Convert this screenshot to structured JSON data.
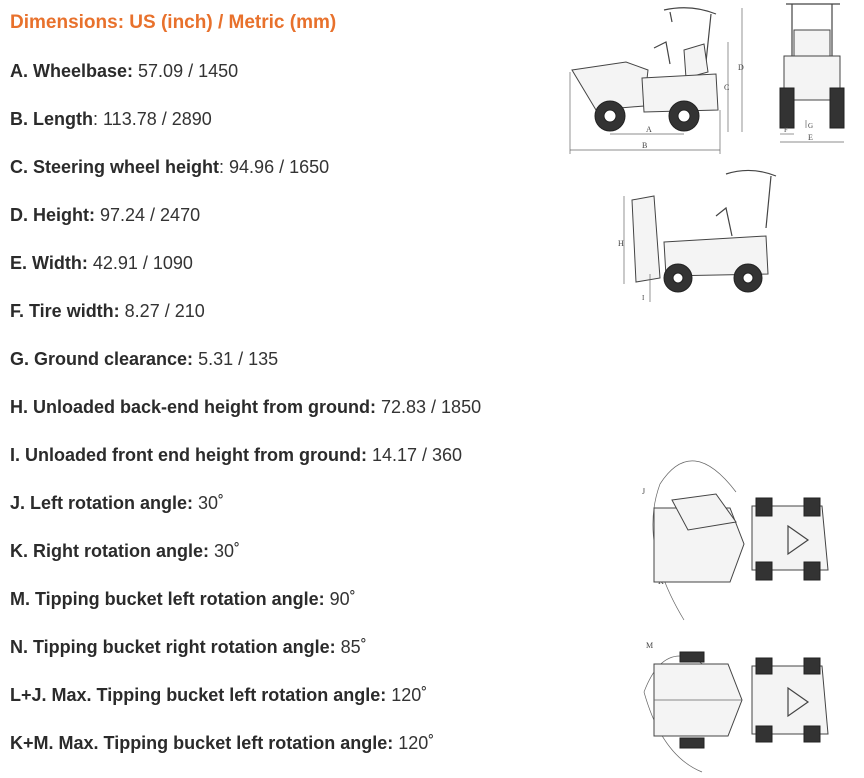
{
  "title": "Dimensions: US (inch) / Metric (mm)",
  "specs": [
    {
      "label": "A. Wheelbase:",
      "value": " 57.09 / 1450"
    },
    {
      "label": "B. Length",
      "value": ": 113.78 / 2890"
    },
    {
      "label": "C. Steering wheel height",
      "value": ": 94.96 / 1650"
    },
    {
      "label": "D. Height:",
      "value": " 97.24 / 2470"
    },
    {
      "label": "E. Width:",
      "value": " 42.91 / 1090"
    },
    {
      "label": "F. Tire width:",
      "value": " 8.27 / 210"
    },
    {
      "label": "G. Ground clearance:",
      "value": " 5.31 / 135"
    },
    {
      "label": "H. Unloaded back-end height from ground:",
      "value": " 72.83 / 1850"
    },
    {
      "label": "I. Unloaded front end height from ground:",
      "value": " 14.17 / 360"
    },
    {
      "label": "J. Left rotation angle:",
      "value": " 30˚"
    },
    {
      "label": "K. Right rotation angle:",
      "value": " 30˚"
    },
    {
      "label": "M. Tipping bucket left rotation angle:",
      "value": " 90˚"
    },
    {
      "label": "N. Tipping bucket right rotation angle:",
      "value": " 85˚"
    },
    {
      "label": "L+J. Max. Tipping bucket left rotation angle:",
      "value": " 120˚"
    },
    {
      "label": "K+M. Max. Tipping bucket left rotation angle:",
      "value": " 120˚"
    }
  ],
  "drawings": {
    "side": {
      "dim_a": "A",
      "dim_b": "B",
      "dim_c": "C",
      "dim_d": "D"
    },
    "front": {
      "dim_e": "E",
      "dim_f": "F",
      "dim_g": "G"
    },
    "tipped": {
      "dim_h": "H",
      "dim_i": "I"
    },
    "rotation": {
      "dim_j": "J",
      "dim_k": "K"
    },
    "tip_rotation": {
      "dim_m": "M"
    }
  },
  "colors": {
    "title": "#e8712c",
    "text": "#333333",
    "line": "#444444"
  }
}
